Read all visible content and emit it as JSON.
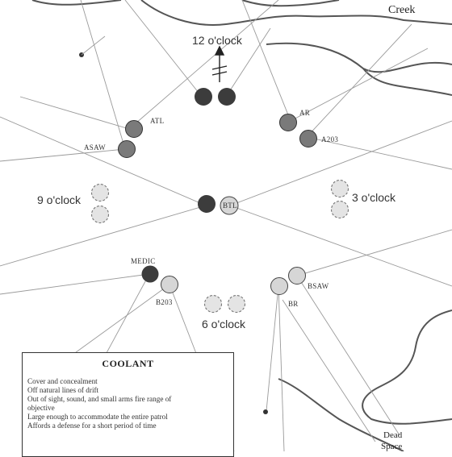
{
  "clock_labels": {
    "twelve": "12 o'clock",
    "three": "3 o'clock",
    "six": "6 o'clock",
    "nine": "9 o'clock"
  },
  "position_labels": {
    "atl": "ATL",
    "asaw": "ASAW",
    "ar": "AR",
    "a203": "A203",
    "btl": "BTL",
    "medic": "MEDIC",
    "b203": "B203",
    "bsaw": "BSAW",
    "br": "BR"
  },
  "terrain": {
    "creek": "Creek",
    "dead_space_line1": "Dead",
    "dead_space_line2": "Space"
  },
  "coolant": {
    "title": "COOLANT",
    "items": [
      "Cover and concealment",
      "Off natural lines of drift",
      "Out of sight, sound, and small arms fire range of",
      "objective",
      "Large enough to accommodate the entire patrol",
      "Affords a defense for a short period of time"
    ]
  },
  "colors": {
    "soldier_dark": "#3c3c3c",
    "soldier_mid": "#7a7a7a",
    "soldier_light": "#d6d6d6",
    "empty_position": "#e4e4e4",
    "lines": "#8a8a8a",
    "terrain": "#555555"
  }
}
